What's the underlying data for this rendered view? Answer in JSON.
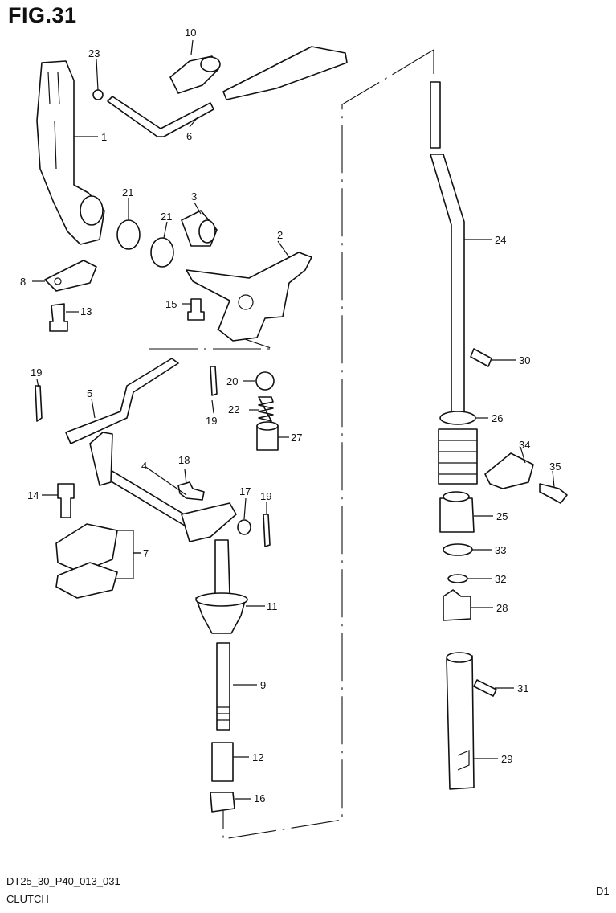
{
  "figure": {
    "title": "FIG.31"
  },
  "footer": {
    "code": "DT25_30_P40_013_031",
    "name": "CLUTCH",
    "page_code": "D1"
  },
  "labels": [
    "1",
    "2",
    "3",
    "4",
    "5",
    "6",
    "7",
    "8",
    "9",
    "10",
    "11",
    "12",
    "13",
    "14",
    "15",
    "16",
    "17",
    "18",
    "19",
    "19",
    "19",
    "20",
    "21",
    "21",
    "22",
    "23",
    "24",
    "25",
    "26",
    "27",
    "28",
    "29",
    "30",
    "31",
    "32",
    "33",
    "34",
    "35"
  ]
}
